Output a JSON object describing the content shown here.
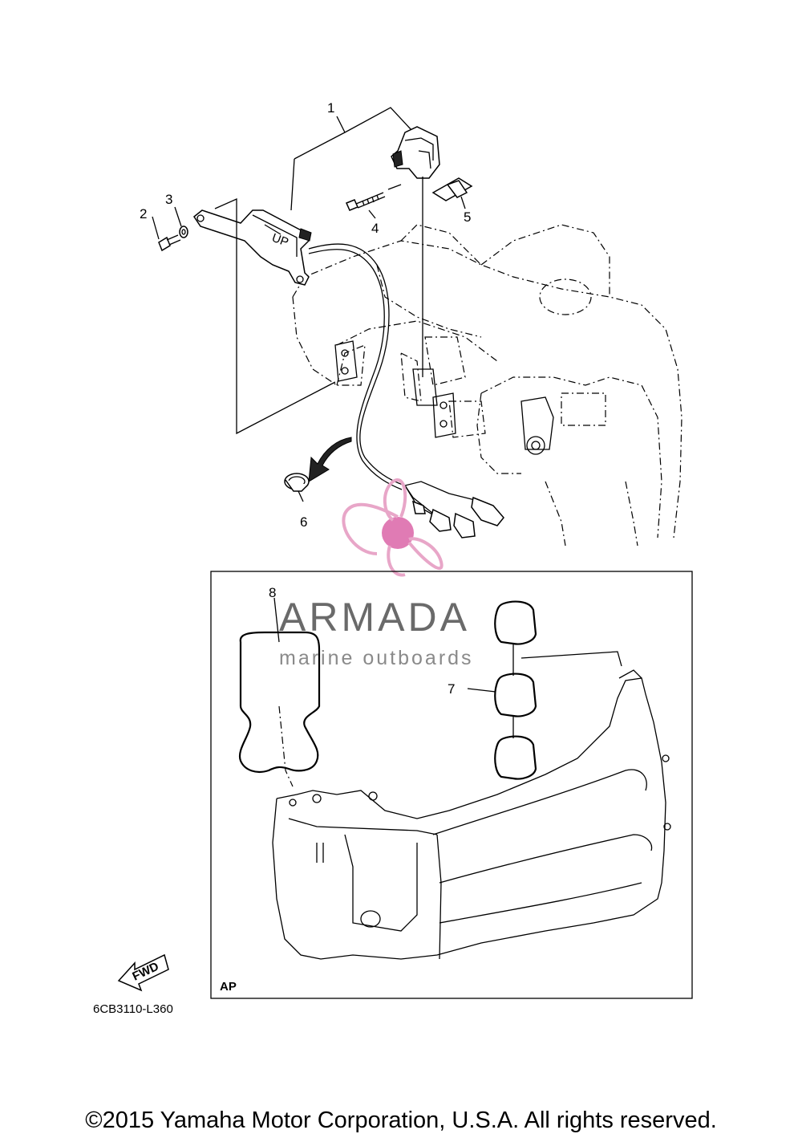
{
  "callouts": {
    "c1": "1",
    "c2": "2",
    "c3": "3",
    "c4": "4",
    "c5": "5",
    "c6": "6",
    "c7": "7",
    "c8": "8"
  },
  "sensor_marking": "UP",
  "inset_tag": "AP",
  "fwd_arrow_text": "FWD",
  "diagram_code": "6CB3110-L360",
  "watermark": {
    "logo": "propeller-logo",
    "title": "ARMADA",
    "subtitle": "marine outboards",
    "colors": {
      "logo_pink": "#e8a6c8",
      "logo_pink_dark": "#e07bb4",
      "text_gray": "#6a6a6a"
    }
  },
  "copyright": "©2015 Yamaha Motor Corporation, U.S.A. All rights reserved."
}
